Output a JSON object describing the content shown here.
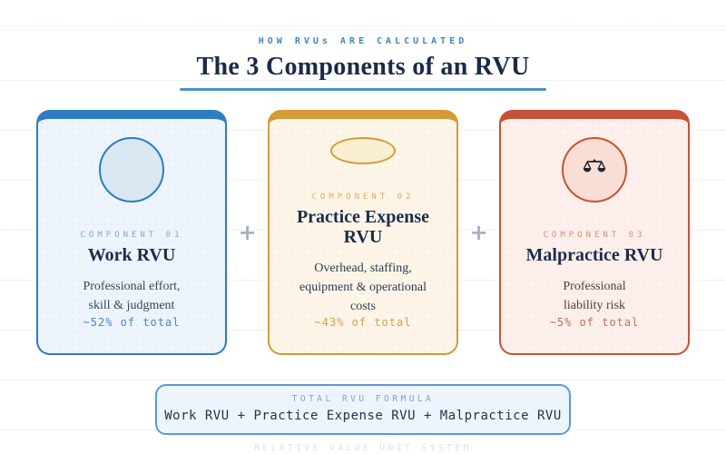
{
  "header": {
    "eyebrow": "HOW RVUs ARE CALCULATED",
    "title": "The 3 Components of an RVU"
  },
  "cards": [
    {
      "component_label": "COMPONENT 01",
      "title": "Work RVU",
      "description": "Professional effort, skill & judgment",
      "share": "~52% of total",
      "accent": "#2e7cc1",
      "bg": "#eef4fb",
      "circle_fill": "#d9e8f3",
      "label_color": "#7da9d6",
      "body_color": "#33475e",
      "share_color": "#4a86c5"
    },
    {
      "component_label": "COMPONENT 02",
      "title": "Practice Expense RVU",
      "description": "Overhead, staffing, equipment & operational costs",
      "share": "~43% of total",
      "accent": "#d59a33",
      "bg": "#fdf6e8",
      "circle_fill": "#faeed3",
      "label_color": "#dcab56",
      "body_color": "#2d3a50",
      "share_color": "#d79f47"
    },
    {
      "component_label": "COMPONENT 03",
      "title": "Malpractice RVU",
      "description": "Professional liability risk",
      "share": "~5% of total",
      "icon": "scales-icon",
      "accent": "#c75236",
      "bg": "#fdf0ec",
      "circle_fill": "#f8ded4",
      "label_color": "#d88b72",
      "body_color": "#5d3b2e",
      "share_color": "#cd6b52"
    }
  ],
  "plus_sign": "+",
  "formula": {
    "label": "TOTAL RVU FORMULA",
    "text": "Work RVU + Practice Expense RVU + Malpractice RVU"
  },
  "footer": "RELATIVE VALUE UNIT SYSTEM",
  "colors": {
    "eyebrow": "#3d86c8",
    "title": "#1b2a47",
    "underline": "#4a90d2",
    "card_title": "#1d2c4e",
    "plus": "#a8b1bf",
    "formula_border": "#5b9bd5",
    "formula_bg": "#eef4fb",
    "formula_label": "#79a5d2",
    "formula_text": "#243350",
    "footer_text": "#d9e2ec",
    "scales_icon": "#20262e"
  }
}
